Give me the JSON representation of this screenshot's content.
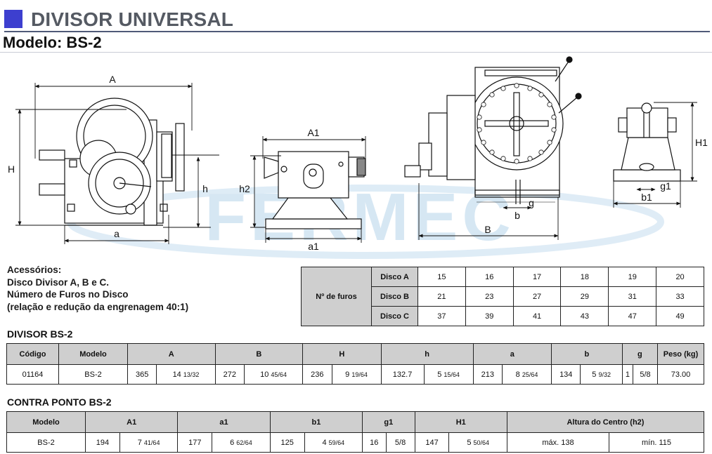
{
  "header": {
    "title": "DIVISOR UNIVERSAL",
    "model": "Modelo: BS-2",
    "accent": "#3d3fcf"
  },
  "watermark": {
    "brand": "FERMEC",
    "color": "#cfe3f2"
  },
  "dimension_labels": {
    "A": "A",
    "H": "H",
    "h": "h",
    "a": "a",
    "A1": "A1",
    "h2": "h2",
    "a1": "a1",
    "b": "b",
    "g": "g",
    "B": "B",
    "H1": "H1",
    "g1": "g1",
    "b1": "b1"
  },
  "accessories": {
    "line1": "Acessórios:",
    "line2": "Disco Divisor A, B e C.",
    "line3": "Número de Furos no Disco",
    "line4": "(relação e redução da engrenagem 40:1)"
  },
  "holes_table": {
    "label": "Nº de furos",
    "rows": [
      {
        "name": "Disco A",
        "values": [
          "15",
          "16",
          "17",
          "18",
          "19",
          "20"
        ]
      },
      {
        "name": "Disco B",
        "values": [
          "21",
          "23",
          "27",
          "29",
          "31",
          "33"
        ]
      },
      {
        "name": "Disco C",
        "values": [
          "37",
          "39",
          "41",
          "43",
          "47",
          "49"
        ]
      }
    ]
  },
  "divisor": {
    "title": "DIVISOR BS-2",
    "headers": [
      "Código",
      "Modelo",
      "A",
      "B",
      "H",
      "h",
      "a",
      "b",
      "g",
      "Peso (kg)"
    ],
    "row": {
      "codigo": "01164",
      "modelo": "BS-2",
      "A_mm": "365",
      "A_in_whole": "14",
      "A_in_frac": "13/32",
      "B_mm": "272",
      "B_in_whole": "10",
      "B_in_frac": "45/64",
      "H_mm": "236",
      "H_in_whole": "9",
      "H_in_frac": "19/64",
      "h_mm": "132.7",
      "h_in_whole": "5",
      "h_in_frac": "15/64",
      "a_mm": "213",
      "a_in_whole": "8",
      "a_in_frac": "25/64",
      "b_mm": "134",
      "b_in_whole": "5",
      "b_in_frac": "9/32",
      "g_mm": "1",
      "g_in": "5/8",
      "peso": "73.00"
    }
  },
  "contraponto": {
    "title": "CONTRA PONTO BS-2",
    "headers": [
      "Modelo",
      "A1",
      "a1",
      "b1",
      "g1",
      "H1",
      "Altura do Centro (h2)"
    ],
    "row": {
      "modelo": "BS-2",
      "A1_mm": "194",
      "A1_in_whole": "7",
      "A1_in_frac": "41/64",
      "a1_mm": "177",
      "a1_in_whole": "6",
      "a1_in_frac": "62/64",
      "b1_mm": "125",
      "b1_in_whole": "4",
      "b1_in_frac": "59/64",
      "g1_mm": "16",
      "g1_in": "5/8",
      "H1_mm": "147",
      "H1_in_whole": "5",
      "H1_in_frac": "50/64",
      "h2_max": "máx. 138",
      "h2_min": "mín. 115"
    }
  }
}
